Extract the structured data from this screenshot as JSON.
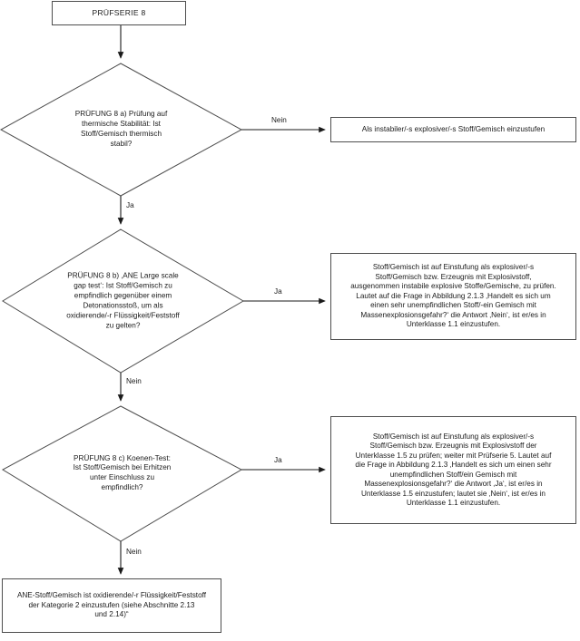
{
  "diagram": {
    "title": "PRÜFSERIE 8 Flussdiagramm",
    "background_color": "#ffffff",
    "line_color": "#4d4d4d",
    "text_color": "#1a1a1a"
  },
  "nodes": {
    "start": {
      "label": "PRÜFSERIE 8"
    },
    "decision_a": {
      "label": "PRÜFUNG 8 a) Prüfung auf\nthermische Stabilität: Ist\nStoff/Gemisch thermisch\nstabil?"
    },
    "decision_b": {
      "label": "PRÜFUNG 8 b) ‚ANE Large scale\ngap test‘: Ist Stoff/Gemisch zu\nempfindlich gegenüber einem\nDetonationsstoß, um als\noxidierende/-r Flüssigkeit/Feststoff\nzu gelten?"
    },
    "decision_c": {
      "label": "PRÜFUNG 8 c) Koenen-Test:\nIst Stoff/Gemisch bei Erhitzen\nunter Einschluss zu\nempfindlich?"
    },
    "result_a_nein": {
      "label": "Als instabiler/-s explosiver/-s Stoff/Gemisch einzustufen"
    },
    "result_b_ja": {
      "label": "Stoff/Gemisch ist auf Einstufung als explosiver/-s\nStoff/Gemisch bzw. Erzeugnis mit Explosivstoff,\nausgenommen instabile explosive Stoffe/Gemische, zu prüfen.\nLautet auf die Frage in Abbildung 2.1.3 ‚Handelt es sich um\neinen sehr unempfindlichen Stoff/-ein Gemisch mit\nMassenexplosionsgefahr?‘ die Antwort ‚Nein‘, ist er/es in\nUnterklasse 1.1 einzustufen."
    },
    "result_c_ja": {
      "label": "Stoff/Gemisch ist auf Einstufung als explosiver/-s\nStoff/Gemisch bzw. Erzeugnis mit Explosivstoff der\nUnterklasse 1.5 zu prüfen; weiter mit Prüfserie 5. Lautet auf\ndie Frage in Abbildung 2.1.3 ‚Handelt es sich um einen sehr\nunempfindlichen Stoff/ein Gemisch mit\nMassenexplosionsgefahr?‘ die Antwort ‚Ja‘, ist er/es in\nUnterklasse 1.5 einzustufen; lautet sie ‚Nein‘, ist er/es in\nUnterklasse 1.1 einzustufen."
    },
    "final_result": {
      "label": "ANE-Stoff/Gemisch ist oxidierende/-r Flüssigkeit/Feststoff\nder Kategorie 2 einzustufen (siehe Abschnitte 2.13\nund 2.14)“"
    }
  },
  "edge_labels": {
    "a_nein": "Nein",
    "a_ja": "Ja",
    "b_ja": "Ja",
    "b_nein": "Nein",
    "c_ja": "Ja",
    "c_nein": "Nein"
  }
}
